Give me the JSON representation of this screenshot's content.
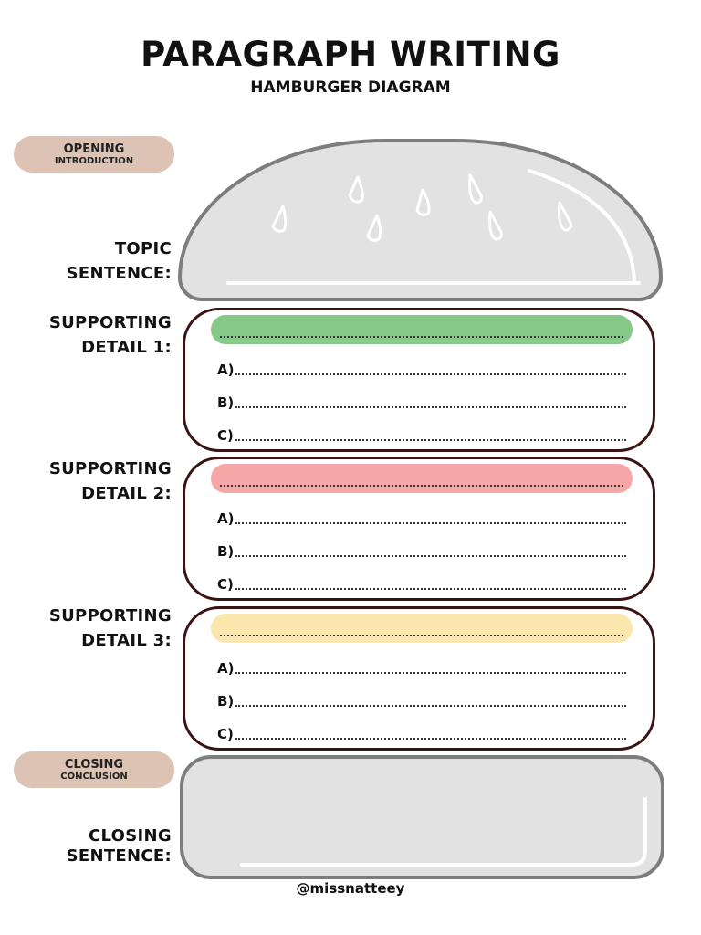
{
  "header": {
    "title": "PARAGRAPH WRITING",
    "subtitle": "HAMBURGER DIAGRAM"
  },
  "opening_pill": {
    "main": "OPENING",
    "sub": "INTRODUCTION"
  },
  "closing_pill": {
    "main": "CLOSING",
    "sub": "CONCLUSION"
  },
  "labels": {
    "topic_line1": "TOPIC",
    "topic_line2": "SENTENCE:",
    "detail1_line1": "SUPPORTING",
    "detail1_line2": "DETAIL 1:",
    "detail2_line1": "SUPPORTING",
    "detail2_line2": "DETAIL 2:",
    "detail3_line1": "SUPPORTING",
    "detail3_line2": "DETAIL 3:",
    "closing_line1": "CLOSING",
    "closing_line2": "SENTENCE:"
  },
  "details": [
    {
      "color": "#86c887",
      "a": "A)",
      "b": "B)",
      "c": "C)"
    },
    {
      "color": "#f5a6a6",
      "a": "A)",
      "b": "B)",
      "c": "C)"
    },
    {
      "color": "#fbe7ae",
      "a": "A)",
      "b": "B)",
      "c": "C)"
    }
  ],
  "colors": {
    "bun_fill": "#e2e2e2",
    "bun_outline": "#7d7d7d",
    "patty_outline": "#3a1414",
    "pill": "#dcc3b3"
  },
  "footer": {
    "credit": "@missnatteey"
  }
}
